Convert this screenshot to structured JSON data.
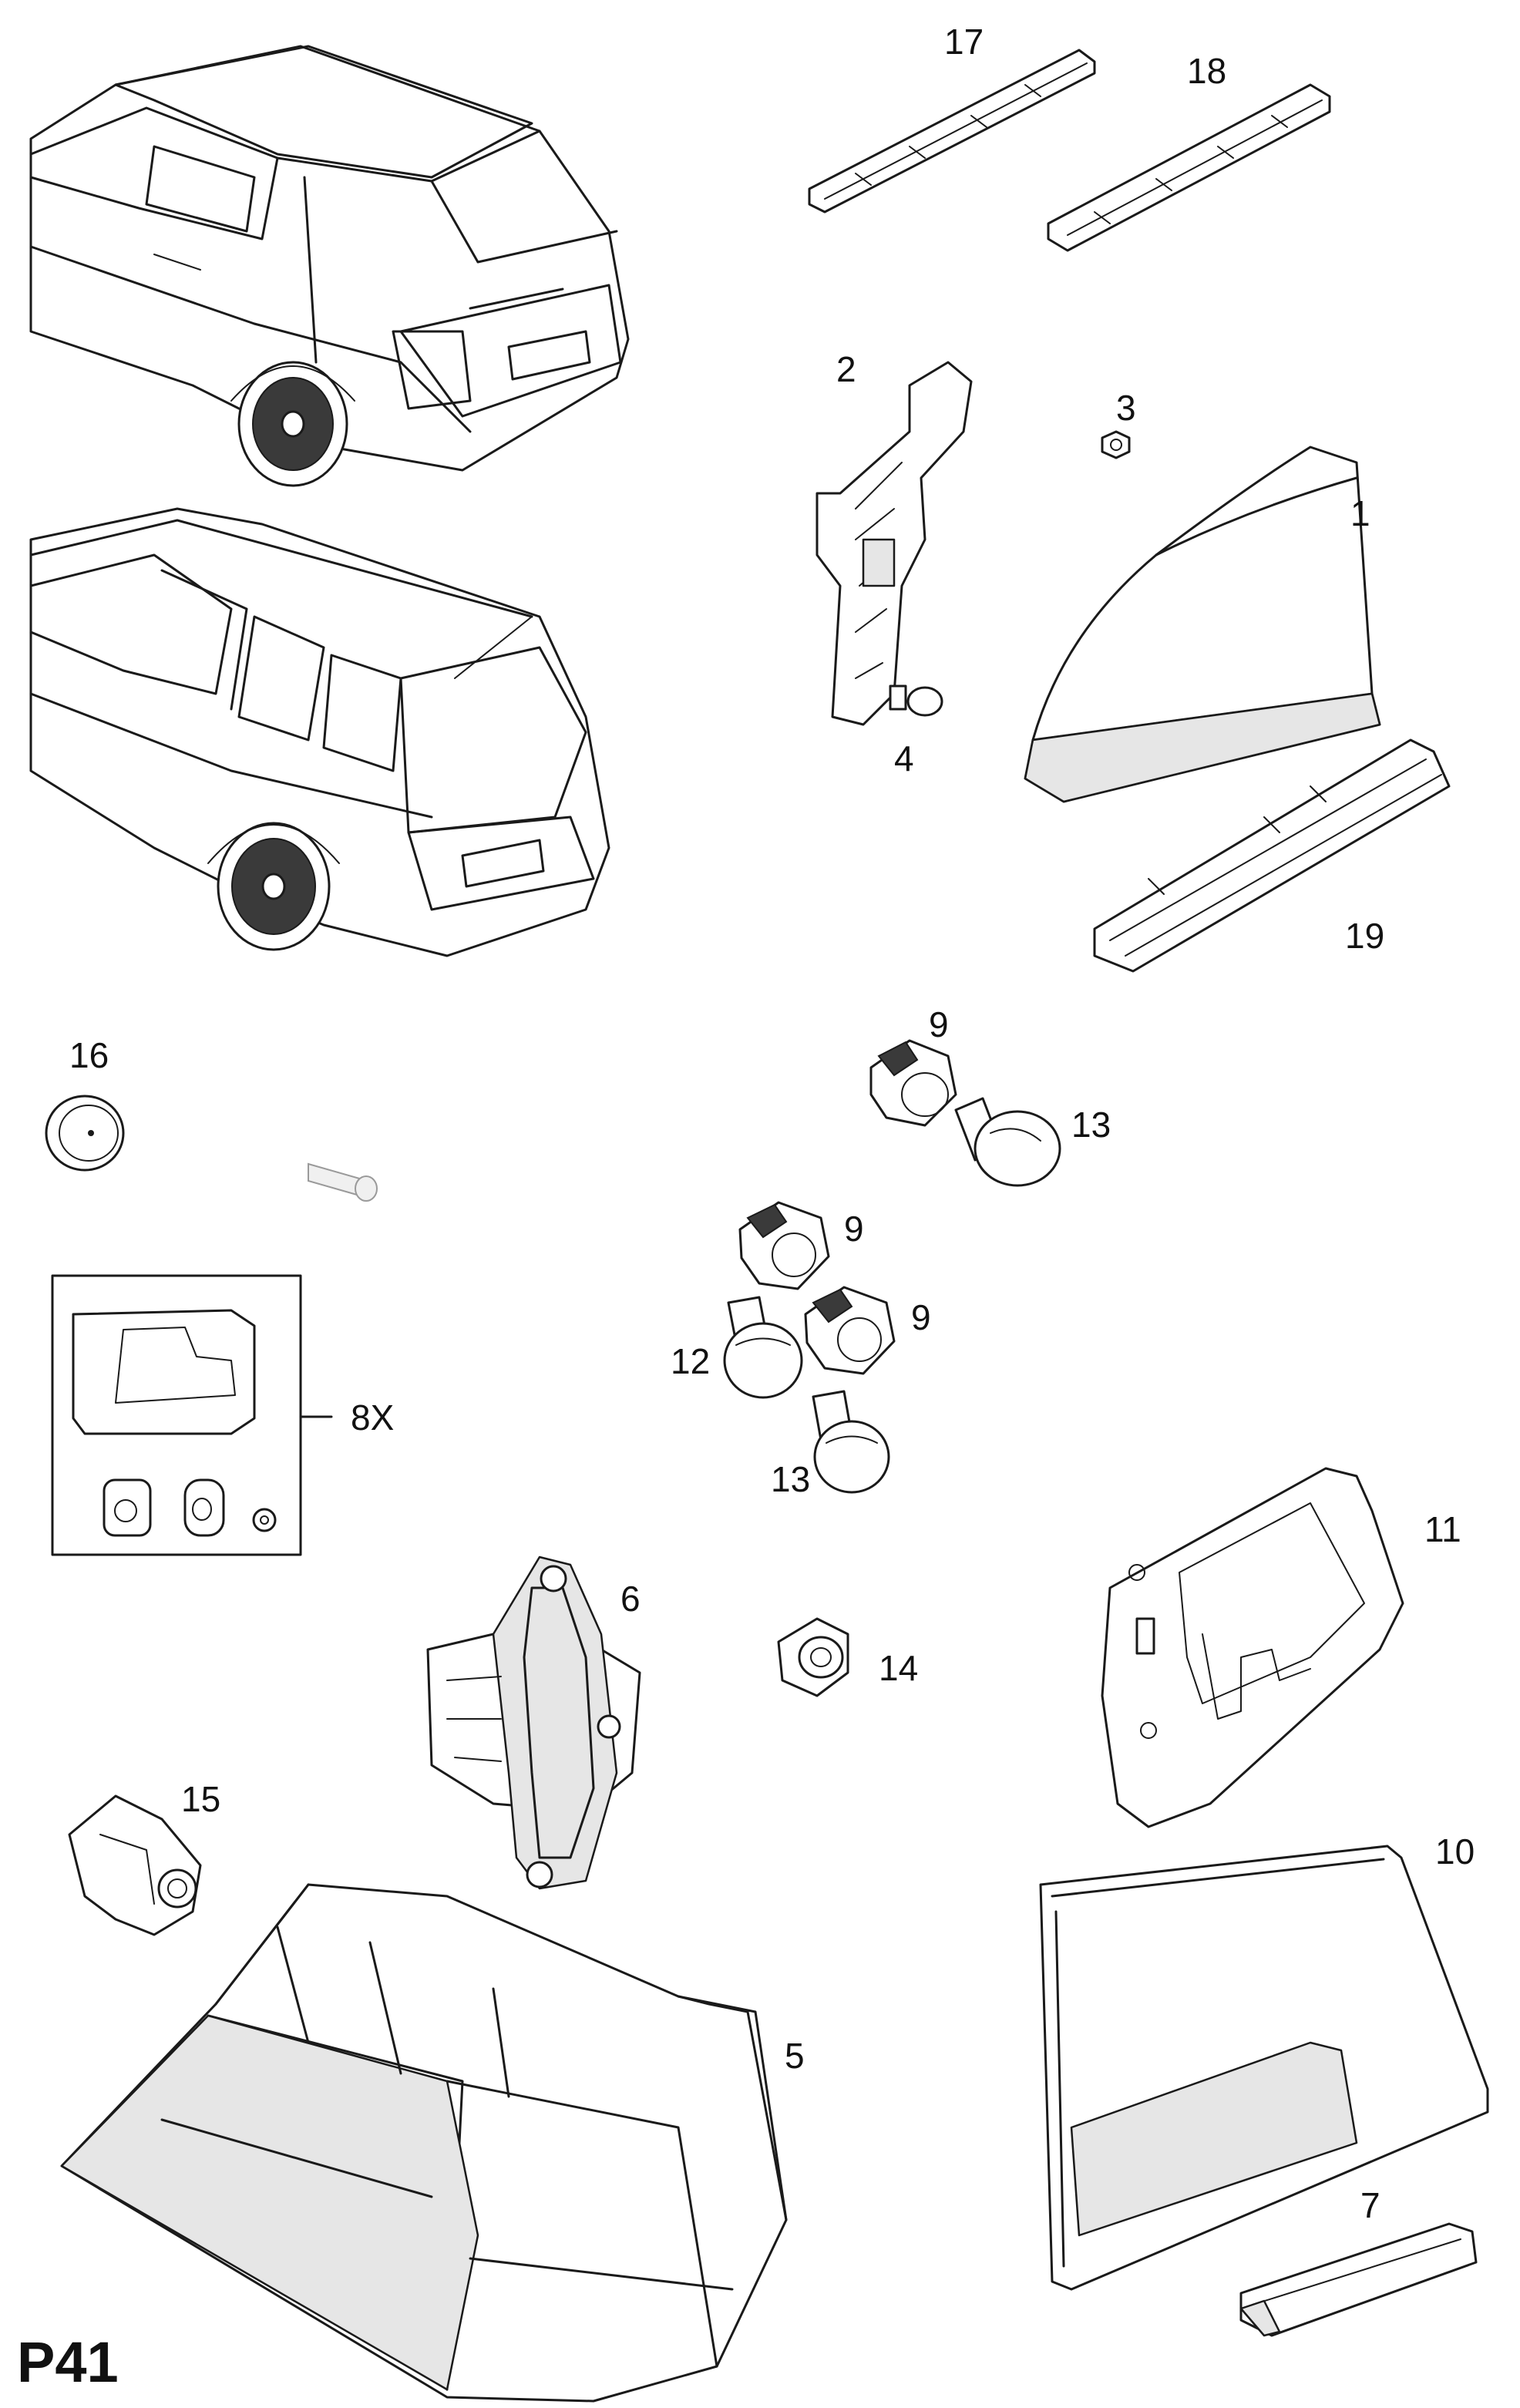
{
  "page_code": "P41",
  "callouts": {
    "c1": "1",
    "c2": "2",
    "c3": "3",
    "c4": "4",
    "c5": "5",
    "c6": "6",
    "c7": "7",
    "c8x": "8X",
    "c9a": "9",
    "c9b": "9",
    "c9c": "9",
    "c10": "10",
    "c11": "11",
    "c12": "12",
    "c13a": "13",
    "c13b": "13",
    "c14": "14",
    "c15": "15",
    "c16": "16",
    "c17": "17",
    "c18": "18",
    "c19": "19"
  }
}
